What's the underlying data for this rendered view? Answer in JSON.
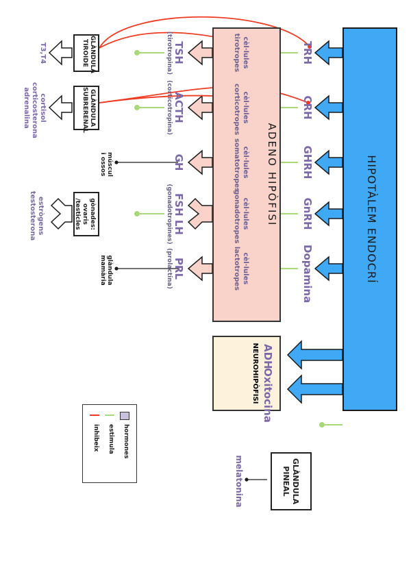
{
  "hypothalamus": {
    "title": "HIPOTÀLEM ENDOCRÍ"
  },
  "releasing_hormones": [
    "TRH",
    "CRH",
    "GHRH",
    "GnRH",
    "Dopamina"
  ],
  "stimulation_sign": "+",
  "inhibition_sign": "-",
  "adenohypophysis": {
    "title": "ADENO HIPÒFISI",
    "cells": [
      {
        "line1": "cèl·lules",
        "line2": "tirotropes"
      },
      {
        "line1": "cèl·lules",
        "line2": "corticotropes"
      },
      {
        "line1": "cèl·lules",
        "line2": "somatotropes"
      },
      {
        "line1": "cèl·lules",
        "line2": "gonadotropes"
      },
      {
        "line1": "cèl·lules",
        "line2": "lactotropes"
      }
    ]
  },
  "pituitary_hormones": [
    {
      "name": "TSH",
      "full": "(tirotropina)"
    },
    {
      "name": "ACTH",
      "full": "(corticotropina)"
    },
    {
      "name": "GH",
      "full": ""
    },
    {
      "name": "FSH  LH",
      "full": "(gonadotropines)"
    },
    {
      "name": "PRL",
      "full": "(prolactina)"
    }
  ],
  "targets": {
    "thyroid": {
      "line1": "GLÀNDULA",
      "line2": "TIROIDE",
      "output": "T3,T4"
    },
    "adrenal": {
      "line1": "GLÀNDULA",
      "line2": "SUBRERENAL",
      "output_lines": [
        "cortisol",
        "corticosterona",
        "adrenalina"
      ]
    },
    "gh_target": {
      "line1": "múscul",
      "line2": "i ossos"
    },
    "gonads": {
      "line1": "gònades:",
      "line2": "ovaris /testicles",
      "output": "estrògens  testosterona"
    },
    "prl_target": {
      "line1": "glàndula",
      "line2": "mamària"
    }
  },
  "neurohypophysis": {
    "title": "NEUROHIPÒFISI",
    "hormones": [
      "ADH",
      "Oxitocina"
    ]
  },
  "pineal": {
    "line1": "GLÀNDULA",
    "line2": "PINEAL",
    "output": "melatonina"
  },
  "legend": {
    "items": [
      {
        "label": "inhibeix",
        "color": "#f03a22"
      },
      {
        "label": "estimula",
        "color": "#a8d87a"
      },
      {
        "label": "hormones",
        "color": "#c9c0dc"
      }
    ]
  },
  "colors": {
    "hypothalamus": "#3fa9f5",
    "adeno": "#f9d3c9",
    "neuro": "#fdf3dc",
    "hormone_text": "#7b68a6",
    "stimulate": "#a8d87a",
    "inhibit": "#f03a22"
  }
}
